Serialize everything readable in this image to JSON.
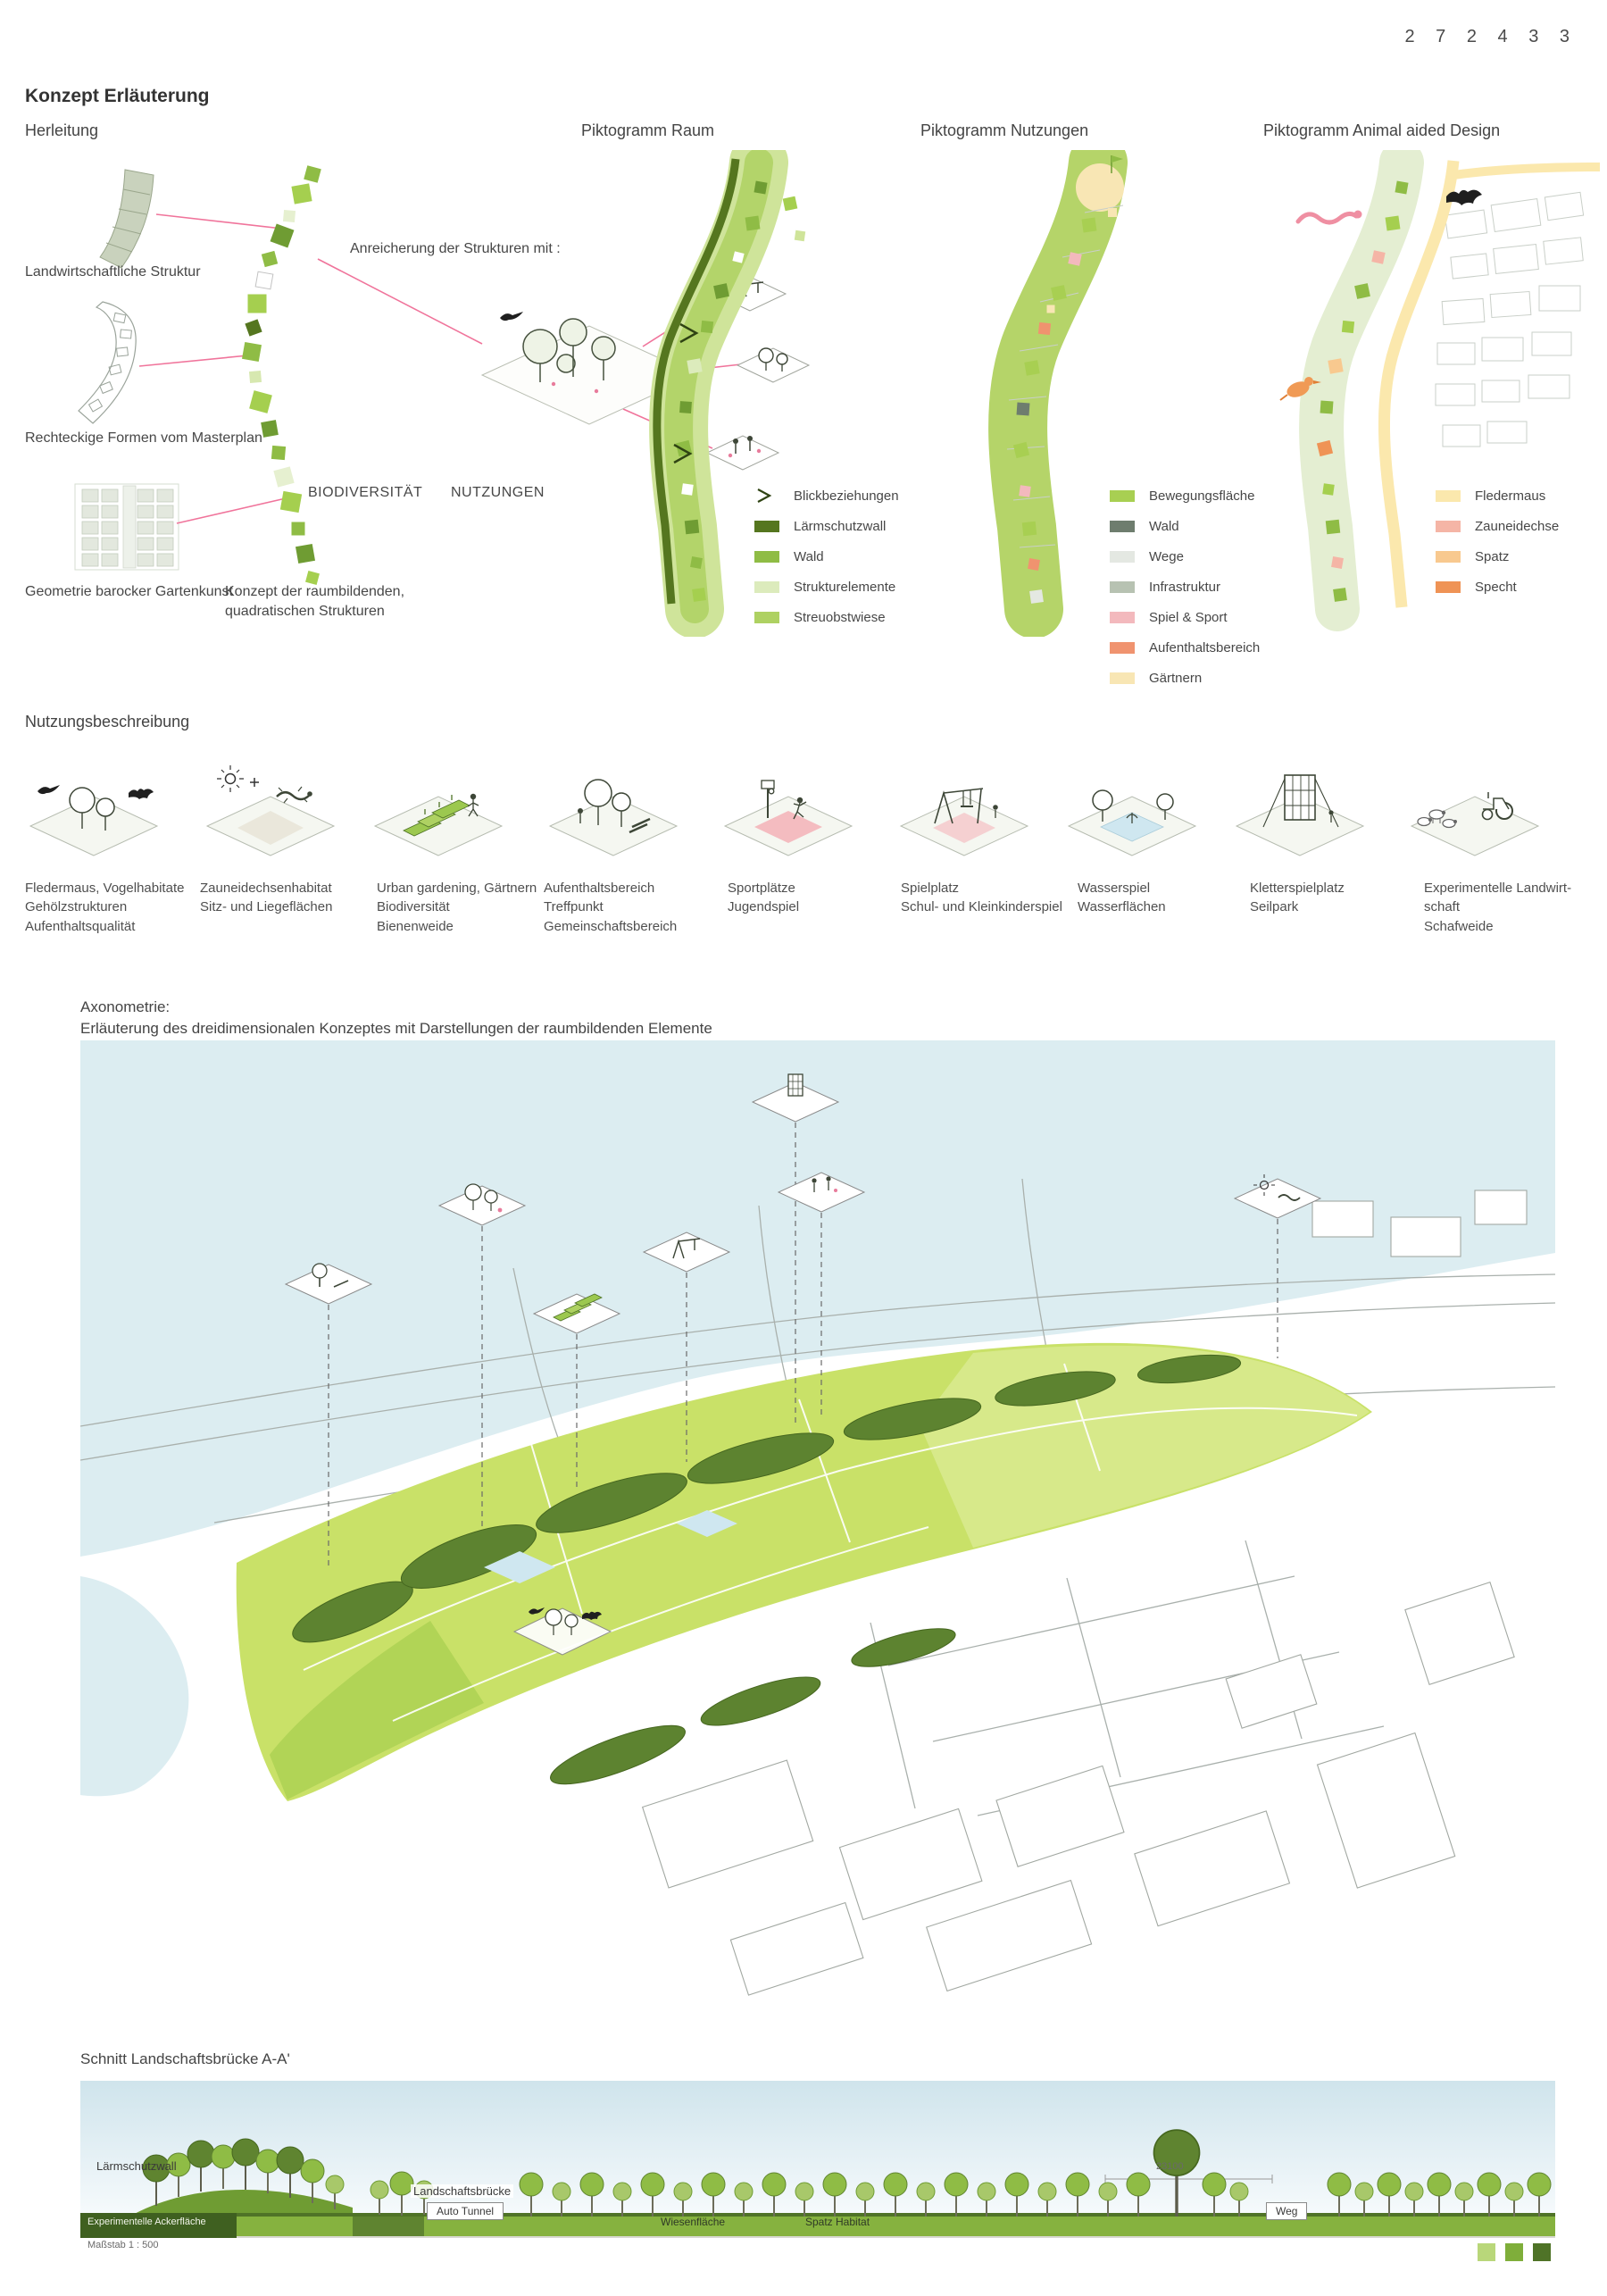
{
  "page": {
    "code": "2 7 2 4 3 3",
    "title": "Konzept Erläuterung"
  },
  "herleitung": {
    "title": "Herleitung",
    "label_landwirtschaft": "Landwirtschaftliche Struktur",
    "label_masterplan": "Rechteckige Formen vom Masterplan",
    "label_barock": "Geometrie barocker Gartenkunst",
    "label_anreicherung": "Anreicherung der Strukturen mit :",
    "label_biodiversitaet": "BIODIVERSITÄT",
    "label_nutzungen": "NUTZUNGEN",
    "label_konzept": "Konzept der raumbildenden,\nquadratischen Strukturen"
  },
  "raum": {
    "title": "Piktogramm Raum",
    "legend": [
      {
        "symbol": "chevron",
        "label": "Blickbeziehungen",
        "color": ""
      },
      {
        "symbol": "swatch",
        "label": "Lärmschutzwall",
        "color": "#55761f"
      },
      {
        "symbol": "swatch",
        "label": "Wald",
        "color": "#8fbc45"
      },
      {
        "symbol": "swatch",
        "label": "Strukturelemente",
        "color": "#dcebbc"
      },
      {
        "symbol": "swatch",
        "label": "Streuobstwiese",
        "color": "#aed162"
      }
    ]
  },
  "nutzungen": {
    "title": "Piktogramm Nutzungen",
    "legend": [
      {
        "label": "Bewegungsfläche",
        "color": "#a8cf52"
      },
      {
        "label": "Wald",
        "color": "#6e7d6e"
      },
      {
        "label": "Wege",
        "color": "#e4e8e2"
      },
      {
        "label": "Infrastruktur",
        "color": "#b7c2b2"
      },
      {
        "label": "Spiel & Sport",
        "color": "#f3b9bd"
      },
      {
        "label": "Aufenthaltsbereich",
        "color": "#f0936f"
      },
      {
        "label": "Gärtnern",
        "color": "#f8e6b4"
      }
    ]
  },
  "aad": {
    "title": "Piktogramm Animal aided Design",
    "legend": [
      {
        "label": "Fledermaus",
        "color": "#fbe8ad"
      },
      {
        "label": "Zauneidechse",
        "color": "#f5b5a6"
      },
      {
        "label": "Spatz",
        "color": "#f8c98f"
      },
      {
        "label": "Specht",
        "color": "#ef9355"
      }
    ]
  },
  "nutzungsbeschreibung": {
    "title": "Nutzungsbeschreibung",
    "items": [
      {
        "caption": "Fledermaus, Vogelhabitate\nGehölzstrukturen\nAufenthaltsqualität"
      },
      {
        "caption": "Zauneidechsenhabitat\nSitz- und Liegeflächen"
      },
      {
        "caption": "Urban gardening, Gärtnern\nBiodiversität\nBienenweide"
      },
      {
        "caption": "Aufenthaltsbereich\nTreffpunkt\nGemeinschaftsbereich"
      },
      {
        "caption": "Sportplätze\nJugendspiel"
      },
      {
        "caption": "Spielplatz\nSchul- und Kleinkinderspiel"
      },
      {
        "caption": "Wasserspiel\nWasserflächen"
      },
      {
        "caption": "Kletterspielplatz\nSeilpark"
      },
      {
        "caption": "Experimentelle Landwirt-\nschaft\nSchafweide"
      }
    ]
  },
  "axonometrie": {
    "title": "Axonometrie:",
    "subtitle": "Erläuterung des dreidimensionalen Konzeptes mit Darstellungen der raumbildenden Elemente"
  },
  "schnitt": {
    "title": "Schnitt Landschaftsbrücke A-A'",
    "label_laermschutzwall": "Lärmschutzwall",
    "label_landschaftsbruecke": "Landschaftsbrücke",
    "label_autotunnel": "Auto Tunnel",
    "label_wiesenflaeche": "Wiesenfläche",
    "label_spatzhabitat": "Spatz Habitat",
    "label_weg": "Weg",
    "label_ackerflaeche": "Experimentelle Ackerfläche",
    "label_massstab": "Maßstab 1 : 500",
    "dim_right": "23100"
  }
}
